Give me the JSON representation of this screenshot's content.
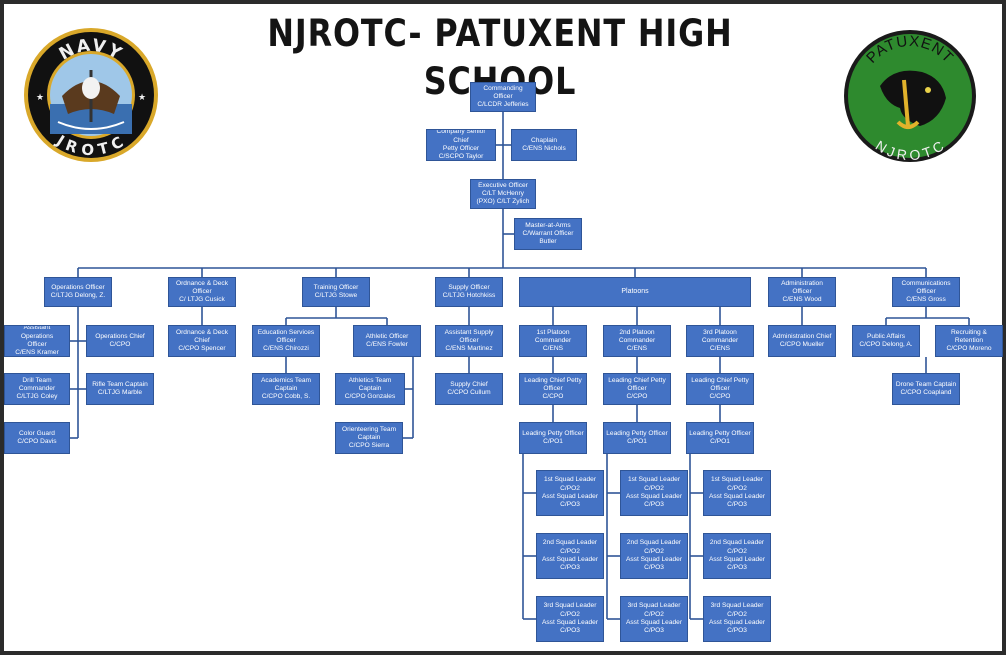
{
  "title": "NJROTC- PATUXENT HIGH SCHOOL",
  "logos": {
    "left": {
      "top_text": "NAVY",
      "bottom_text": "JROTC"
    },
    "right": {
      "top_text": "PATUXENT",
      "bottom_text": "NJROTC"
    }
  },
  "colors": {
    "box_fill": "#4472c4",
    "box_border": "#2f5597",
    "connector": "#2f5597"
  },
  "boxes": {
    "co": {
      "lines": [
        "Commanding Officer",
        "C/LCDR Jefferies"
      ]
    },
    "cscpo": {
      "lines": [
        "Company Senior Chief",
        "Petty Officer",
        "C/SCPO Taylor"
      ]
    },
    "chaplain": {
      "lines": [
        "Chaplain",
        "C/ENS Nichols"
      ]
    },
    "xo": {
      "lines": [
        "Executive Officer",
        "C/LT McHenry",
        "(PXO) C/LT Zylich"
      ]
    },
    "maa": {
      "lines": [
        "Master-at-Arms",
        "C/Warrant Officer",
        "Butler"
      ]
    },
    "ops": {
      "lines": [
        "Operations Officer",
        "C/LTJG Delong, Z."
      ]
    },
    "ordnance": {
      "lines": [
        "Ordnance & Deck",
        "Officer",
        "C/ LTJG Cusick"
      ]
    },
    "training": {
      "lines": [
        "Training Officer",
        "C/LTJG Stowe"
      ]
    },
    "supply": {
      "lines": [
        "Supply Officer",
        "C/LTJG Hotchkiss"
      ]
    },
    "platoons": {
      "lines": [
        "Platoons"
      ]
    },
    "admin": {
      "lines": [
        "Administration Officer",
        "C/ENS Wood"
      ]
    },
    "comms": {
      "lines": [
        "Communications",
        "Officer",
        "C/ENS Gross"
      ]
    },
    "asst_ops": {
      "lines": [
        "Assistant Operations",
        "Officer",
        "C/ENS Kramer"
      ]
    },
    "ops_chief": {
      "lines": [
        "Operations Chief C/CPO"
      ]
    },
    "drill": {
      "lines": [
        "Drill Team Commander",
        "C/LTJG Coley"
      ]
    },
    "rifle": {
      "lines": [
        "Rifle Team Captain",
        "C/LTJG Marble"
      ]
    },
    "color_guard": {
      "lines": [
        "Color Guard",
        "C/CPO Davis"
      ]
    },
    "ord_chief": {
      "lines": [
        "Ordnance & Deck Chief",
        "C/CPO Spencer"
      ]
    },
    "edu": {
      "lines": [
        "Education Services",
        "Officer",
        "C/ENS Chirozzi"
      ]
    },
    "athletic": {
      "lines": [
        "Athletic Officer",
        "C/ENS Fowler"
      ]
    },
    "academics": {
      "lines": [
        "Academics Team",
        "Captain",
        "C/CPO Cobb, S."
      ]
    },
    "ath_team": {
      "lines": [
        "Athletics Team Captain",
        "C/CPO Gonzales"
      ]
    },
    "orient": {
      "lines": [
        "Orienteering Team",
        "Captain",
        "C/CPO Sierra"
      ]
    },
    "asst_supply": {
      "lines": [
        "Assistant Supply Officer",
        "C/ENS Martinez"
      ]
    },
    "supply_chief": {
      "lines": [
        "Supply Chief",
        "C/CPO Cullum"
      ]
    },
    "admin_chief": {
      "lines": [
        "Administration Chief",
        "C/CPO Mueller"
      ]
    },
    "public_affairs": {
      "lines": [
        "Public Affairs",
        "C/CPO Delong, A."
      ]
    },
    "recruiting": {
      "lines": [
        "Recruiting & Retention",
        "C/CPO Moreno"
      ]
    },
    "drone": {
      "lines": [
        "Drone Team Captain",
        "C/CPO Coapland"
      ]
    },
    "p1": {
      "lines": [
        "1st Platoon Commander",
        "C/ENS"
      ]
    },
    "p2": {
      "lines": [
        "2nd Platoon",
        "Commander",
        "C/ENS"
      ]
    },
    "p3": {
      "lines": [
        "3rd Platoon Commander",
        "C/ENS"
      ]
    },
    "p1_lcpo": {
      "lines": [
        "Leading Chief Petty",
        "Officer",
        "C/CPO"
      ]
    },
    "p2_lcpo": {
      "lines": [
        "Leading Chief Petty",
        "Officer",
        "C/CPO"
      ]
    },
    "p3_lcpo": {
      "lines": [
        "Leading Chief Petty",
        "Officer",
        "C/CPO"
      ]
    },
    "p1_lpo": {
      "lines": [
        "Leading Petty Officer",
        "C/PO1"
      ]
    },
    "p2_lpo": {
      "lines": [
        "Leading Petty Officer",
        "C/PO1"
      ]
    },
    "p3_lpo": {
      "lines": [
        "Leading Petty Officer",
        "C/PO1"
      ]
    },
    "p1_s1": {
      "lines": [
        "1st Squad Leader",
        "C/PO2",
        "Asst Squad Leader",
        "C/PO3"
      ]
    },
    "p1_s2": {
      "lines": [
        "2nd Squad Leader",
        "C/PO2",
        "Asst Squad Leader",
        "C/PO3"
      ]
    },
    "p1_s3": {
      "lines": [
        "3rd Squad Leader",
        "C/PO2",
        "Asst Squad Leader",
        "C/PO3"
      ]
    },
    "p2_s1": {
      "lines": [
        "1st Squad Leader",
        "C/PO2",
        "Asst Squad Leader",
        "C/PO3"
      ]
    },
    "p2_s2": {
      "lines": [
        "2nd Squad Leader",
        "C/PO2",
        "Asst Squad Leader",
        "C/PO3"
      ]
    },
    "p2_s3": {
      "lines": [
        "3rd Squad Leader",
        "C/PO2",
        "Asst Squad Leader",
        "C/PO3"
      ]
    },
    "p3_s1": {
      "lines": [
        "1st Squad Leader",
        "C/PO2",
        "Asst Squad Leader",
        "C/PO3"
      ]
    },
    "p3_s2": {
      "lines": [
        "2nd Squad Leader",
        "C/PO2",
        "Asst Squad Leader",
        "C/PO3"
      ]
    },
    "p3_s3": {
      "lines": [
        "3rd Squad Leader",
        "C/PO2",
        "Asst Squad Leader",
        "C/PO3"
      ]
    }
  }
}
